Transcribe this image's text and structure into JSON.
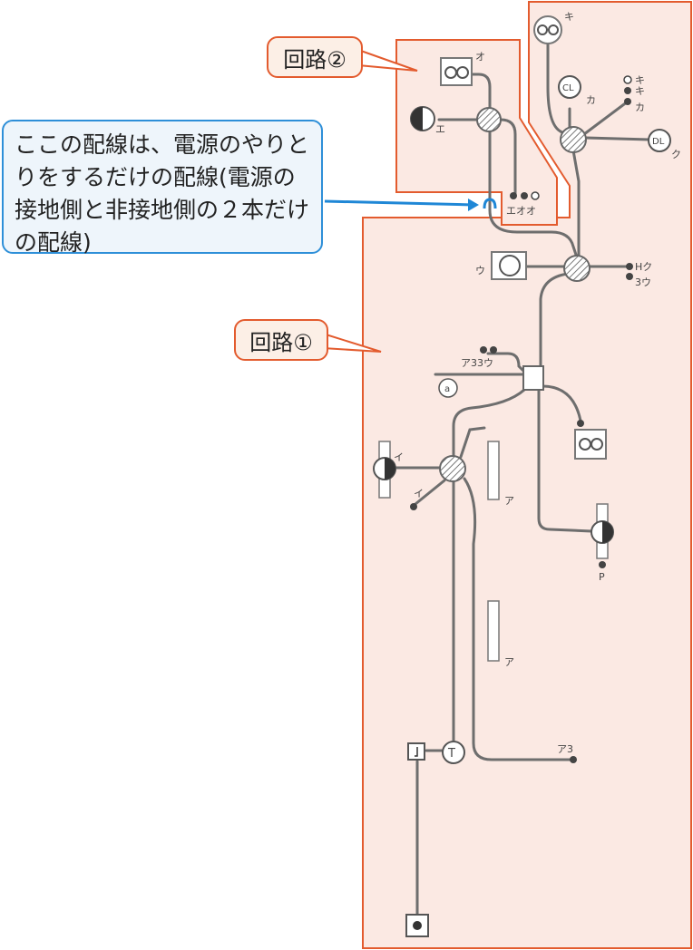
{
  "callouts": {
    "circuit2": "回路②",
    "circuit1": "回路①"
  },
  "note": {
    "text": "ここの配線は、電源のやりとりをするだけの配線(電源の接地側と非接地側の２本だけの配線)"
  },
  "labels": {
    "o_top": "オ",
    "e": "エ",
    "eoo": "エオオ",
    "ki_top": "キ",
    "cl": "CL",
    "ka": "カ",
    "ki1": "キ",
    "ki2": "キ",
    "ka2": "カ",
    "dl": "DL",
    "ku": "ク",
    "u": "ウ",
    "hku": "Hク",
    "u3": "3ウ",
    "a33u": "ア33ウ",
    "a_circle": "a",
    "i1": "イ",
    "i2": "イ",
    "a1": "ア",
    "a2": "ア",
    "p": "P",
    "t": "T",
    "a3": "ア3"
  },
  "colors": {
    "region_fill": "#fbe9e3",
    "region_border": "#e35b2e",
    "wire": "#6e6e6e",
    "arrow": "#1f87d6"
  }
}
